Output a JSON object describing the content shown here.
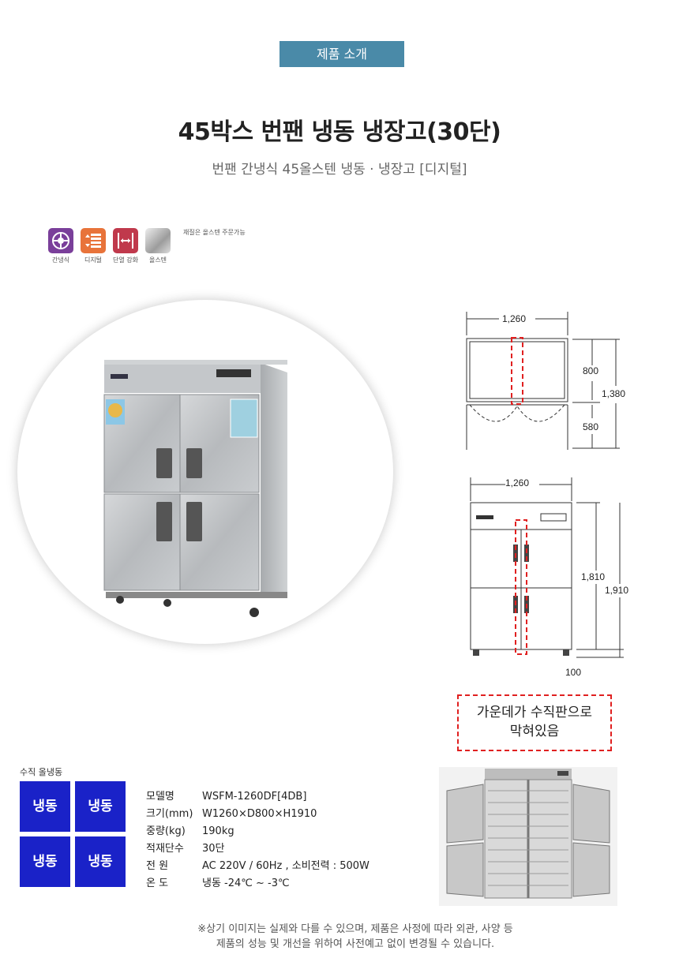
{
  "badge": "제품 소개",
  "title": "45박스 번팬 냉동 냉장고(30단)",
  "subtitle": "번팬 간냉식 45올스텐 냉동 · 냉장고 [디지털]",
  "features": [
    {
      "label": "간냉식",
      "icon": "fan-icon",
      "color": "#7a3f9a"
    },
    {
      "label": "디지털",
      "icon": "digital-icon",
      "color": "#e8733a"
    },
    {
      "label": "단열 강화",
      "icon": "insulation-icon",
      "color": "#c0394c"
    },
    {
      "label": "올스텐",
      "icon": "stainless-icon",
      "color": "#b8b8b8"
    }
  ],
  "features_note": "재질은 올스텐 주문가능",
  "top_view": {
    "width": "1,260",
    "depth": "800",
    "door": "580",
    "total": "1,380"
  },
  "front_view": {
    "width": "1,260",
    "body": "1,810",
    "total": "1,910",
    "leg": "100"
  },
  "note": [
    "가운데가 수직판으로",
    "막혀있음"
  ],
  "spec": {
    "section_title": "수직 올냉동",
    "cells": [
      "냉동",
      "냉동",
      "냉동",
      "냉동"
    ],
    "rows": [
      {
        "key": "모델명",
        "value": "WSFM-1260DF[4DB]"
      },
      {
        "key": "크기(mm)",
        "value": "W1260×D800×H1910"
      },
      {
        "key": "중량(kg)",
        "value": "190kg"
      },
      {
        "key": "적재단수",
        "value": "30단"
      },
      {
        "key": "전 원",
        "value": "AC 220V / 60Hz , 소비전력 : 500W"
      },
      {
        "key": "온 도",
        "value": "냉동 -24℃ ~ -3℃"
      }
    ]
  },
  "footer": [
    "※상기 이미지는 실제와 다를 수 있으며, 제품은 사정에 따라 외관, 사양 등",
    "제품의 성능 및 개선을 위하여 사전예고 없이 변경될 수 있습니다."
  ]
}
